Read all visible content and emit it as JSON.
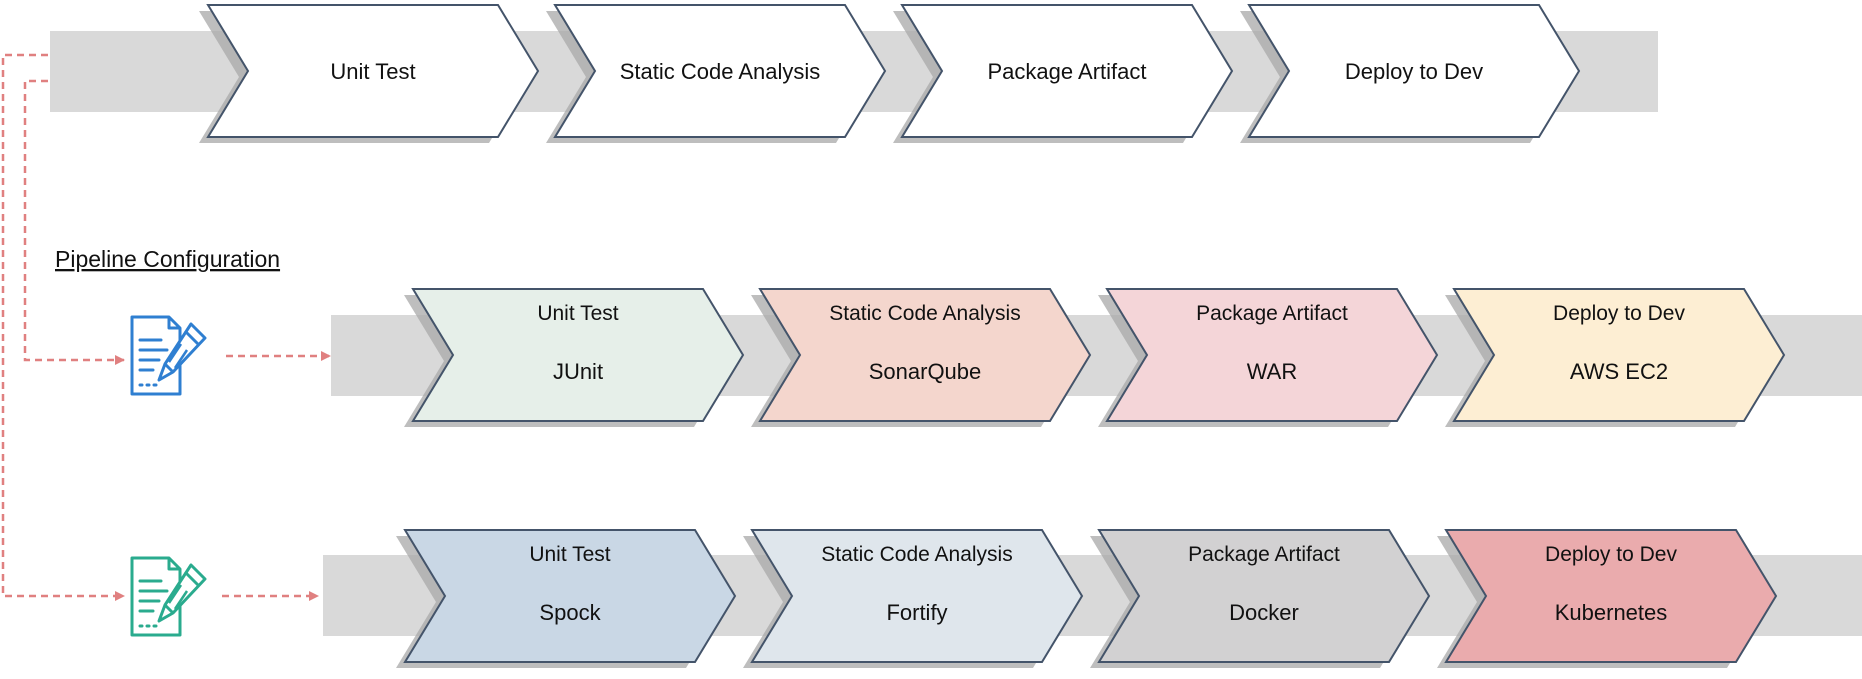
{
  "config_label": "Pipeline Configuration",
  "pipelines": [
    {
      "id": "generic",
      "stages": [
        {
          "name": "Unit Test",
          "tool": "",
          "fill": "#ffffff"
        },
        {
          "name": "Static Code Analysis",
          "tool": "",
          "fill": "#ffffff"
        },
        {
          "name": "Package Artifact",
          "tool": "",
          "fill": "#ffffff"
        },
        {
          "name": "Deploy to Dev",
          "tool": "",
          "fill": "#ffffff"
        }
      ]
    },
    {
      "id": "config-a",
      "icon": "config-document-pencil-icon",
      "icon_color": "#2f7fd1",
      "stages": [
        {
          "name": "Unit Test",
          "tool": "JUnit",
          "fill": "#e6efe9"
        },
        {
          "name": "Static Code Analysis",
          "tool": "SonarQube",
          "fill": "#f4d6cd"
        },
        {
          "name": "Package Artifact",
          "tool": "WAR",
          "fill": "#f4d5d8"
        },
        {
          "name": "Deploy to Dev",
          "tool": "AWS EC2",
          "fill": "#fdeed3"
        }
      ]
    },
    {
      "id": "config-b",
      "icon": "config-document-pencil-icon",
      "icon_color": "#2aab8e",
      "stages": [
        {
          "name": "Unit Test",
          "tool": "Spock",
          "fill": "#c9d7e5"
        },
        {
          "name": "Static Code Analysis",
          "tool": "Fortify",
          "fill": "#dfe6ec"
        },
        {
          "name": "Package Artifact",
          "tool": "Docker",
          "fill": "#d2d1d2"
        },
        {
          "name": "Deploy to Dev",
          "tool": "Kubernetes",
          "fill": "#eaabad"
        }
      ]
    }
  ],
  "colors": {
    "band": "#d9d9d9",
    "chevron_stroke": "#44546a",
    "connector": "#e08080"
  }
}
